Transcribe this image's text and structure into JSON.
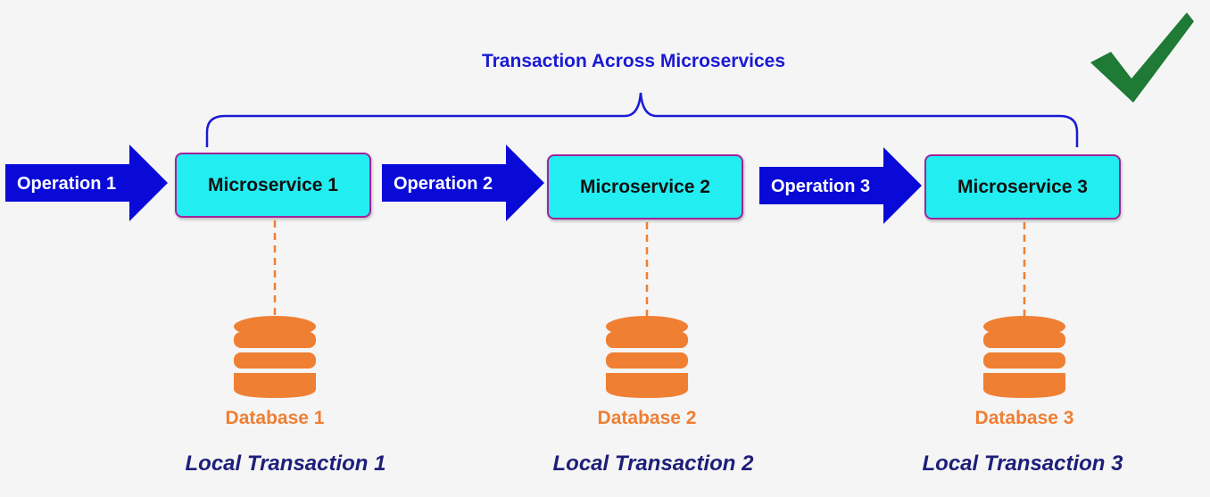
{
  "title": "Transaction Across Microservices",
  "colors": {
    "arrow": "#0a0ad8",
    "microservice_fill": "#22eef2",
    "microservice_border": "#a2239a",
    "database": "#ef7f33",
    "brace": "#1a1ad6",
    "title": "#1a1ad6",
    "local_transaction": "#1e1e7a",
    "check": "#1e7a35"
  },
  "icons": [
    "arrow-icon",
    "database-icon",
    "checkmark-icon"
  ],
  "steps": [
    {
      "operation": "Operation 1",
      "microservice": "Microservice 1",
      "database": "Database 1",
      "local_transaction": "Local Transaction 1"
    },
    {
      "operation": "Operation 2",
      "microservice": "Microservice 2",
      "database": "Database 2",
      "local_transaction": "Local Transaction 2"
    },
    {
      "operation": "Operation 3",
      "microservice": "Microservice 3",
      "database": "Database 3",
      "local_transaction": "Local Transaction 3"
    }
  ]
}
